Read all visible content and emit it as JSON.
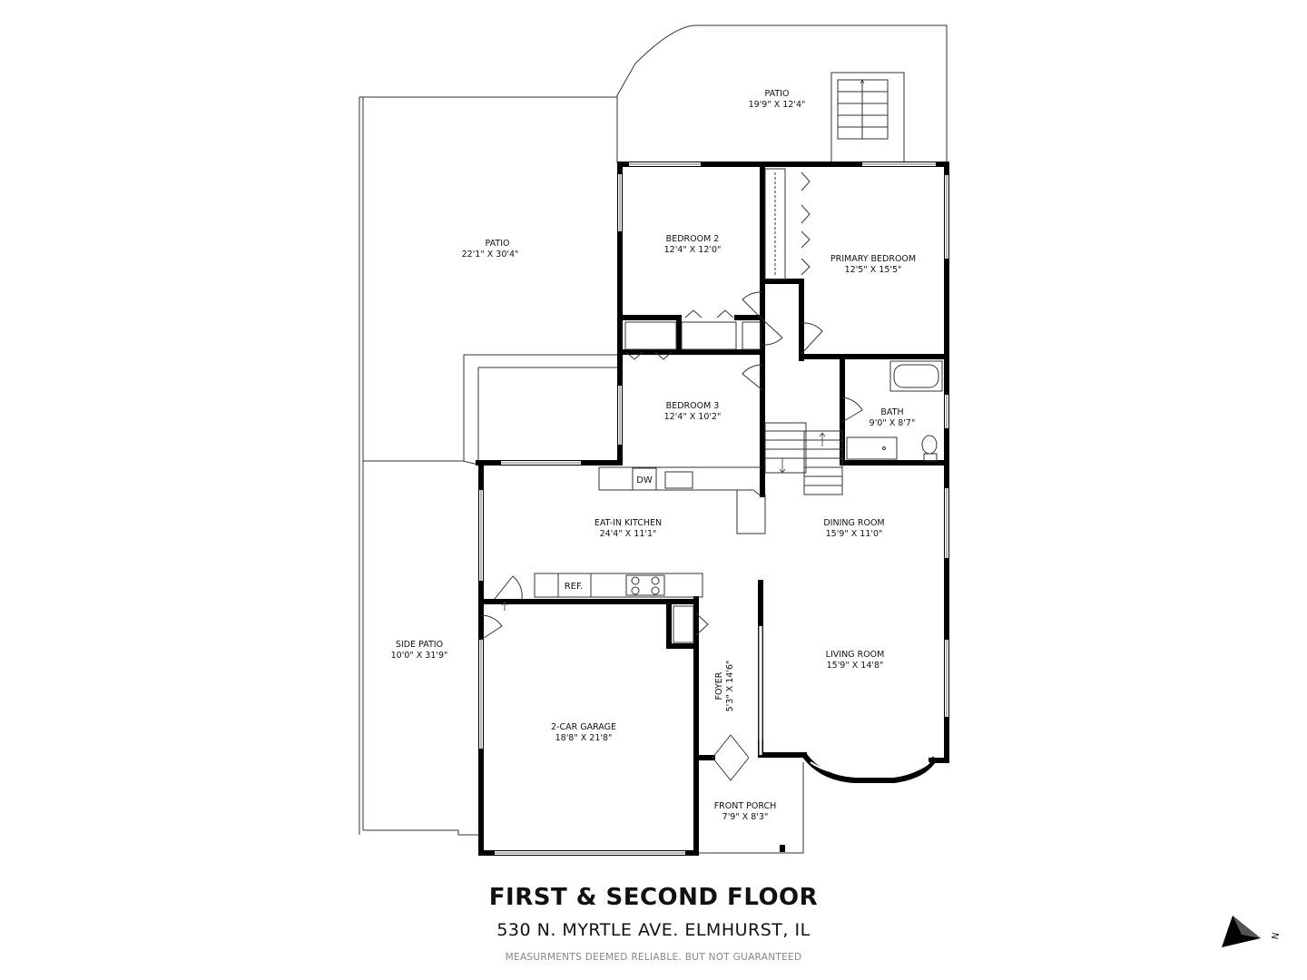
{
  "plan": {
    "title": "FIRST & SECOND FLOOR",
    "address": "530 N. MYRTLE AVE. ELMHURST, IL",
    "disclaimer": "MEASURMENTS DEEMED RELIABLE. BUT NOT GUARANTEED",
    "compass_label": "N"
  },
  "rooms": [
    {
      "id": "patio-rear",
      "name": "PATIO",
      "dims": "19'9\" X 12'4\""
    },
    {
      "id": "patio-side-large",
      "name": "PATIO",
      "dims": "22'1\" X 30'4\""
    },
    {
      "id": "bedroom-2",
      "name": "BEDROOM 2",
      "dims": "12'4\" X 12'0\""
    },
    {
      "id": "primary-bedroom",
      "name": "PRIMARY BEDROOM",
      "dims": "12'5\" X 15'5\""
    },
    {
      "id": "bedroom-3",
      "name": "BEDROOM 3",
      "dims": "12'4\" X 10'2\""
    },
    {
      "id": "bath",
      "name": "BATH",
      "dims": "9'0\" X 8'7\""
    },
    {
      "id": "eat-in-kitchen",
      "name": "EAT-IN KITCHEN",
      "dims": "24'4\" X 11'1\""
    },
    {
      "id": "dining-room",
      "name": "DINING ROOM",
      "dims": "15'9\" X 11'0\""
    },
    {
      "id": "living-room",
      "name": "LIVING ROOM",
      "dims": "15'9\" X 14'8\""
    },
    {
      "id": "side-patio",
      "name": "SIDE PATIO",
      "dims": "10'0\" X 31'9\""
    },
    {
      "id": "garage",
      "name": "2-CAR GARAGE",
      "dims": "18'8\" X 21'8\""
    },
    {
      "id": "foyer",
      "name": "FOYER",
      "dims": "5'3\" X 14'6\""
    },
    {
      "id": "front-porch",
      "name": "FRONT PORCH",
      "dims": "7'9\" X 8'3\""
    }
  ],
  "fixtures": {
    "dishwasher": "DW",
    "refrigerator": "REF."
  }
}
